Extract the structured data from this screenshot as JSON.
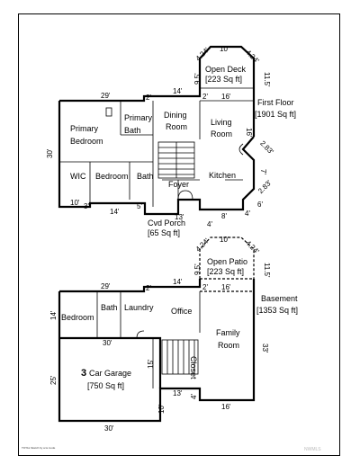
{
  "first_floor": {
    "title": "First Floor",
    "area": "[1901 Sq ft]",
    "rooms": {
      "open_deck": "Open Deck",
      "open_deck_area": "[223 Sq ft]",
      "primary_bedroom_1": "Primary",
      "primary_bedroom_2": "Bedroom",
      "primary_bath_1": "Primary",
      "primary_bath_2": "Bath",
      "dining_1": "Dining",
      "dining_2": "Room",
      "living_1": "Living",
      "living_2": "Room",
      "wic": "WIC",
      "bedroom": "Bedroom",
      "bath": "Bath",
      "kitchen": "Kitchen",
      "foyer": "Foyer",
      "cvd_porch": "Cvd Porch",
      "cvd_porch_area": "[65 Sq ft]"
    },
    "dims": {
      "d10": "10'",
      "d424a": "4.24'",
      "d424b": "4.24'",
      "d95": "9.5'",
      "d115": "11.5'",
      "d29": "29'",
      "d2a": "2'",
      "d14": "14'",
      "d2b": "2'",
      "d16": "16'",
      "d16v": "16'",
      "d30": "30'",
      "d283a": "2.83'",
      "d7": "7'",
      "d283b": "2.83'",
      "d10b": "10'",
      "d3": "3'",
      "d14b": "14'",
      "d5": "5'",
      "d13": "13'",
      "d4": "4'",
      "d8": "8'",
      "d4b": "4'",
      "d6": "6'"
    }
  },
  "basement": {
    "title": "Basement",
    "area": "[1353 Sq ft]",
    "rooms": {
      "open_patio": "Open Patio",
      "open_patio_area": "[223 Sq ft]",
      "bedroom": "Bedroom",
      "bath": "Bath",
      "laundry": "Laundry",
      "office": "Office",
      "family_1": "Family",
      "family_2": "Room",
      "closet": "Closet",
      "garage_num": "3",
      "garage_1": "Car Garage",
      "garage_area": "[750 Sq ft]"
    },
    "dims": {
      "d10": "10'",
      "d424a": "4.24'",
      "d424b": "4.24'",
      "d95": "9.5'",
      "d115": "11.5'",
      "d29": "29'",
      "d2a": "2'",
      "d14": "14'",
      "d2b": "2'",
      "d16": "16'",
      "d14v": "14'",
      "d30": "30'",
      "d15": "15'",
      "d33": "33'",
      "d25": "25'",
      "d13": "13'",
      "d4": "4'",
      "d10v": "10'",
      "d16b": "16'",
      "d30b": "30'"
    }
  },
  "footer_note": "TOTAL Sketch by a la mode",
  "watermark": "NWMLS"
}
